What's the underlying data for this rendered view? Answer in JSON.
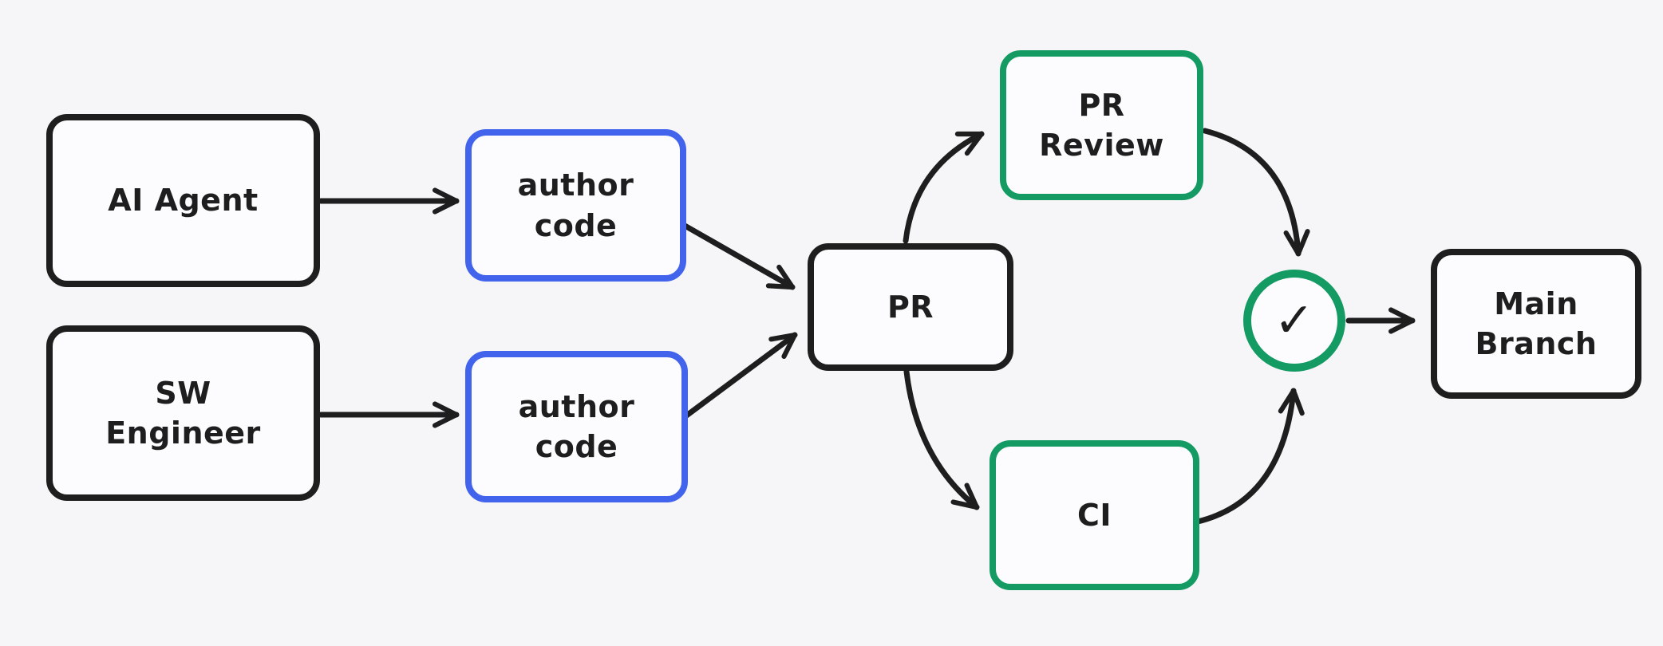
{
  "diagram": {
    "nodes": {
      "ai_agent": {
        "label": "AI Agent"
      },
      "sw_engineer": {
        "label": "SW\nEngineer"
      },
      "author_code_top": {
        "label": "author\ncode"
      },
      "author_code_bottom": {
        "label": "author\ncode"
      },
      "pr": {
        "label": "PR"
      },
      "pr_review": {
        "label": "PR\nReview"
      },
      "ci": {
        "label": "CI"
      },
      "approved_check": {
        "symbol": "✓"
      },
      "main_branch": {
        "label": "Main\nBranch"
      }
    },
    "edges": [
      {
        "from": "ai-agent",
        "to": "author-code-top"
      },
      {
        "from": "sw-engineer",
        "to": "author-code-bottom"
      },
      {
        "from": "author-code-top",
        "to": "pr"
      },
      {
        "from": "author-code-bottom",
        "to": "pr"
      },
      {
        "from": "pr",
        "to": "pr-review"
      },
      {
        "from": "pr",
        "to": "ci"
      },
      {
        "from": "pr-review",
        "to": "approved-check"
      },
      {
        "from": "ci",
        "to": "approved-check"
      },
      {
        "from": "approved-check",
        "to": "main-branch"
      }
    ],
    "colors": {
      "stroke_dark": "#1e1e1e",
      "accent_blue": "#4263eb",
      "accent_green": "#149a63",
      "background": "#f6f6f9",
      "node_fill": "#fcfcfe"
    }
  }
}
